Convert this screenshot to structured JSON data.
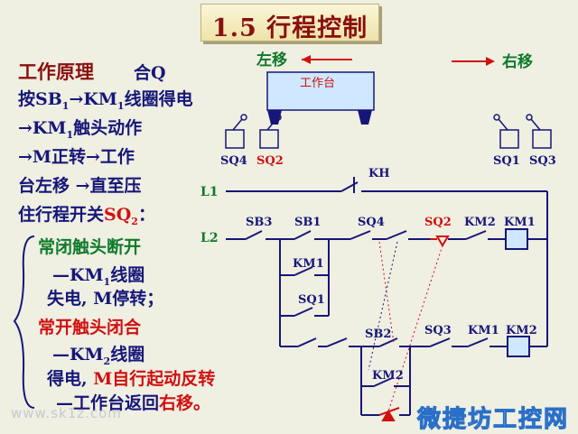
{
  "title": "1.5  行程控制",
  "text": {
    "principle_heading": "工作原理",
    "close_q": "合Q",
    "line1_pre": "按SB",
    "line1_sub1": "1",
    "line1_mid": "→KM",
    "line1_sub2": "1",
    "line1_post": "线圈得电",
    "line2_pre": "→KM",
    "line2_sub": "1",
    "line2_post": "触头动作",
    "line3": "→M正转→工作",
    "line4": "台左移 →直至压",
    "line5_pre": "住行程开关",
    "line5_sq": "SQ",
    "line5_sub": "2",
    "line5_post": "：",
    "nc_heading": "常闭触头断开",
    "nc_line1_pre": "—KM",
    "nc_line1_sub": "1",
    "nc_line1_post": "线圈",
    "nc_line2_pre": "失电, ",
    "nc_line2_m": "M停转",
    "nc_line2_post": "；",
    "no_heading": "常开触头闭合",
    "no_line1_pre": "—KM",
    "no_line1_sub": "2",
    "no_line1_post": "线圈",
    "no_line2_pre": "得电, ",
    "no_line2_m": "M自行起动反转",
    "no_line3_pre": "—工作台返回",
    "no_line3_post": "右移。"
  },
  "table": {
    "left_label": "左移",
    "right_label": "右移",
    "table_label": "工作台"
  },
  "limit_switches": {
    "sq4": "SQ4",
    "sq2": "SQ2",
    "sq1": "SQ1",
    "sq3": "SQ3"
  },
  "circuit": {
    "l1": "L1",
    "l2": "L2",
    "kh": "KH",
    "sb3": "SB3",
    "sb1": "SB1",
    "sq4": "SQ4",
    "sq2": "SQ2",
    "km2_top": "KM2",
    "km1_coil": "KM1",
    "km1_contact": "KM1",
    "sq1": "SQ1",
    "sb2": "SB2",
    "sq3": "SQ3",
    "km1_bottom": "KM1",
    "km2_coil": "KM2",
    "km2_contact": "KM2"
  },
  "watermark_left": "www.sk1z.com",
  "watermark_right": "微捷坊工控网",
  "colors": {
    "background": "#efefe2",
    "wire": "#16167a",
    "title": "#8a0f0f",
    "highlight_red": "#d01010",
    "highlight_green": "#0e7a2a",
    "table_fill": "#cfe8ff"
  }
}
